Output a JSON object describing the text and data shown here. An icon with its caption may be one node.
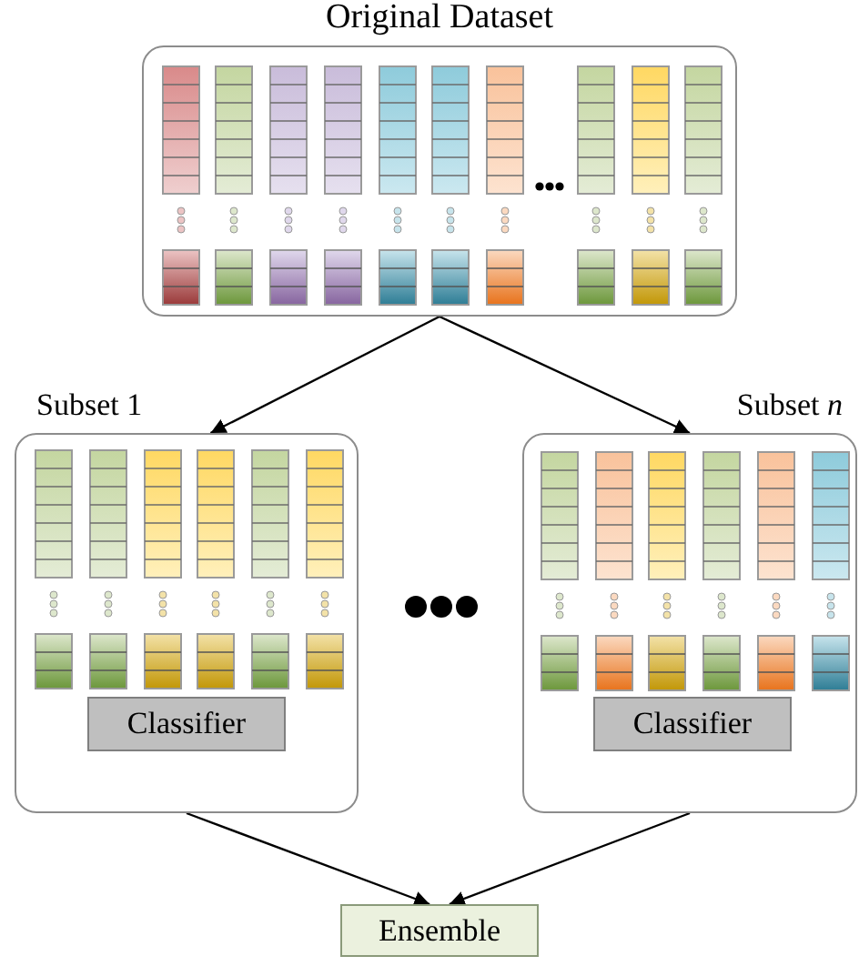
{
  "diagram": {
    "nodes": [
      {
        "text": [
          "Original Dataset"
        ]
      },
      {
        "text": [
          "Subset 1"
        ]
      },
      {
        "text": [
          "Subset *n*"
        ]
      },
      {
        "text": [
          "Classifier"
        ],
        "in": 1
      },
      {
        "text": [
          "Classifier"
        ],
        "in": 2
      },
      {
        "text": [
          "Ensemble"
        ]
      }
    ],
    "edges": [
      {
        "from": 0,
        "to": 1,
        "arrow": "to"
      },
      {
        "from": 0,
        "to": 2,
        "arrow": "to"
      },
      {
        "from": 1,
        "to": 5,
        "arrow": "to"
      },
      {
        "from": 2,
        "to": 5,
        "arrow": "to"
      }
    ]
  }
}
